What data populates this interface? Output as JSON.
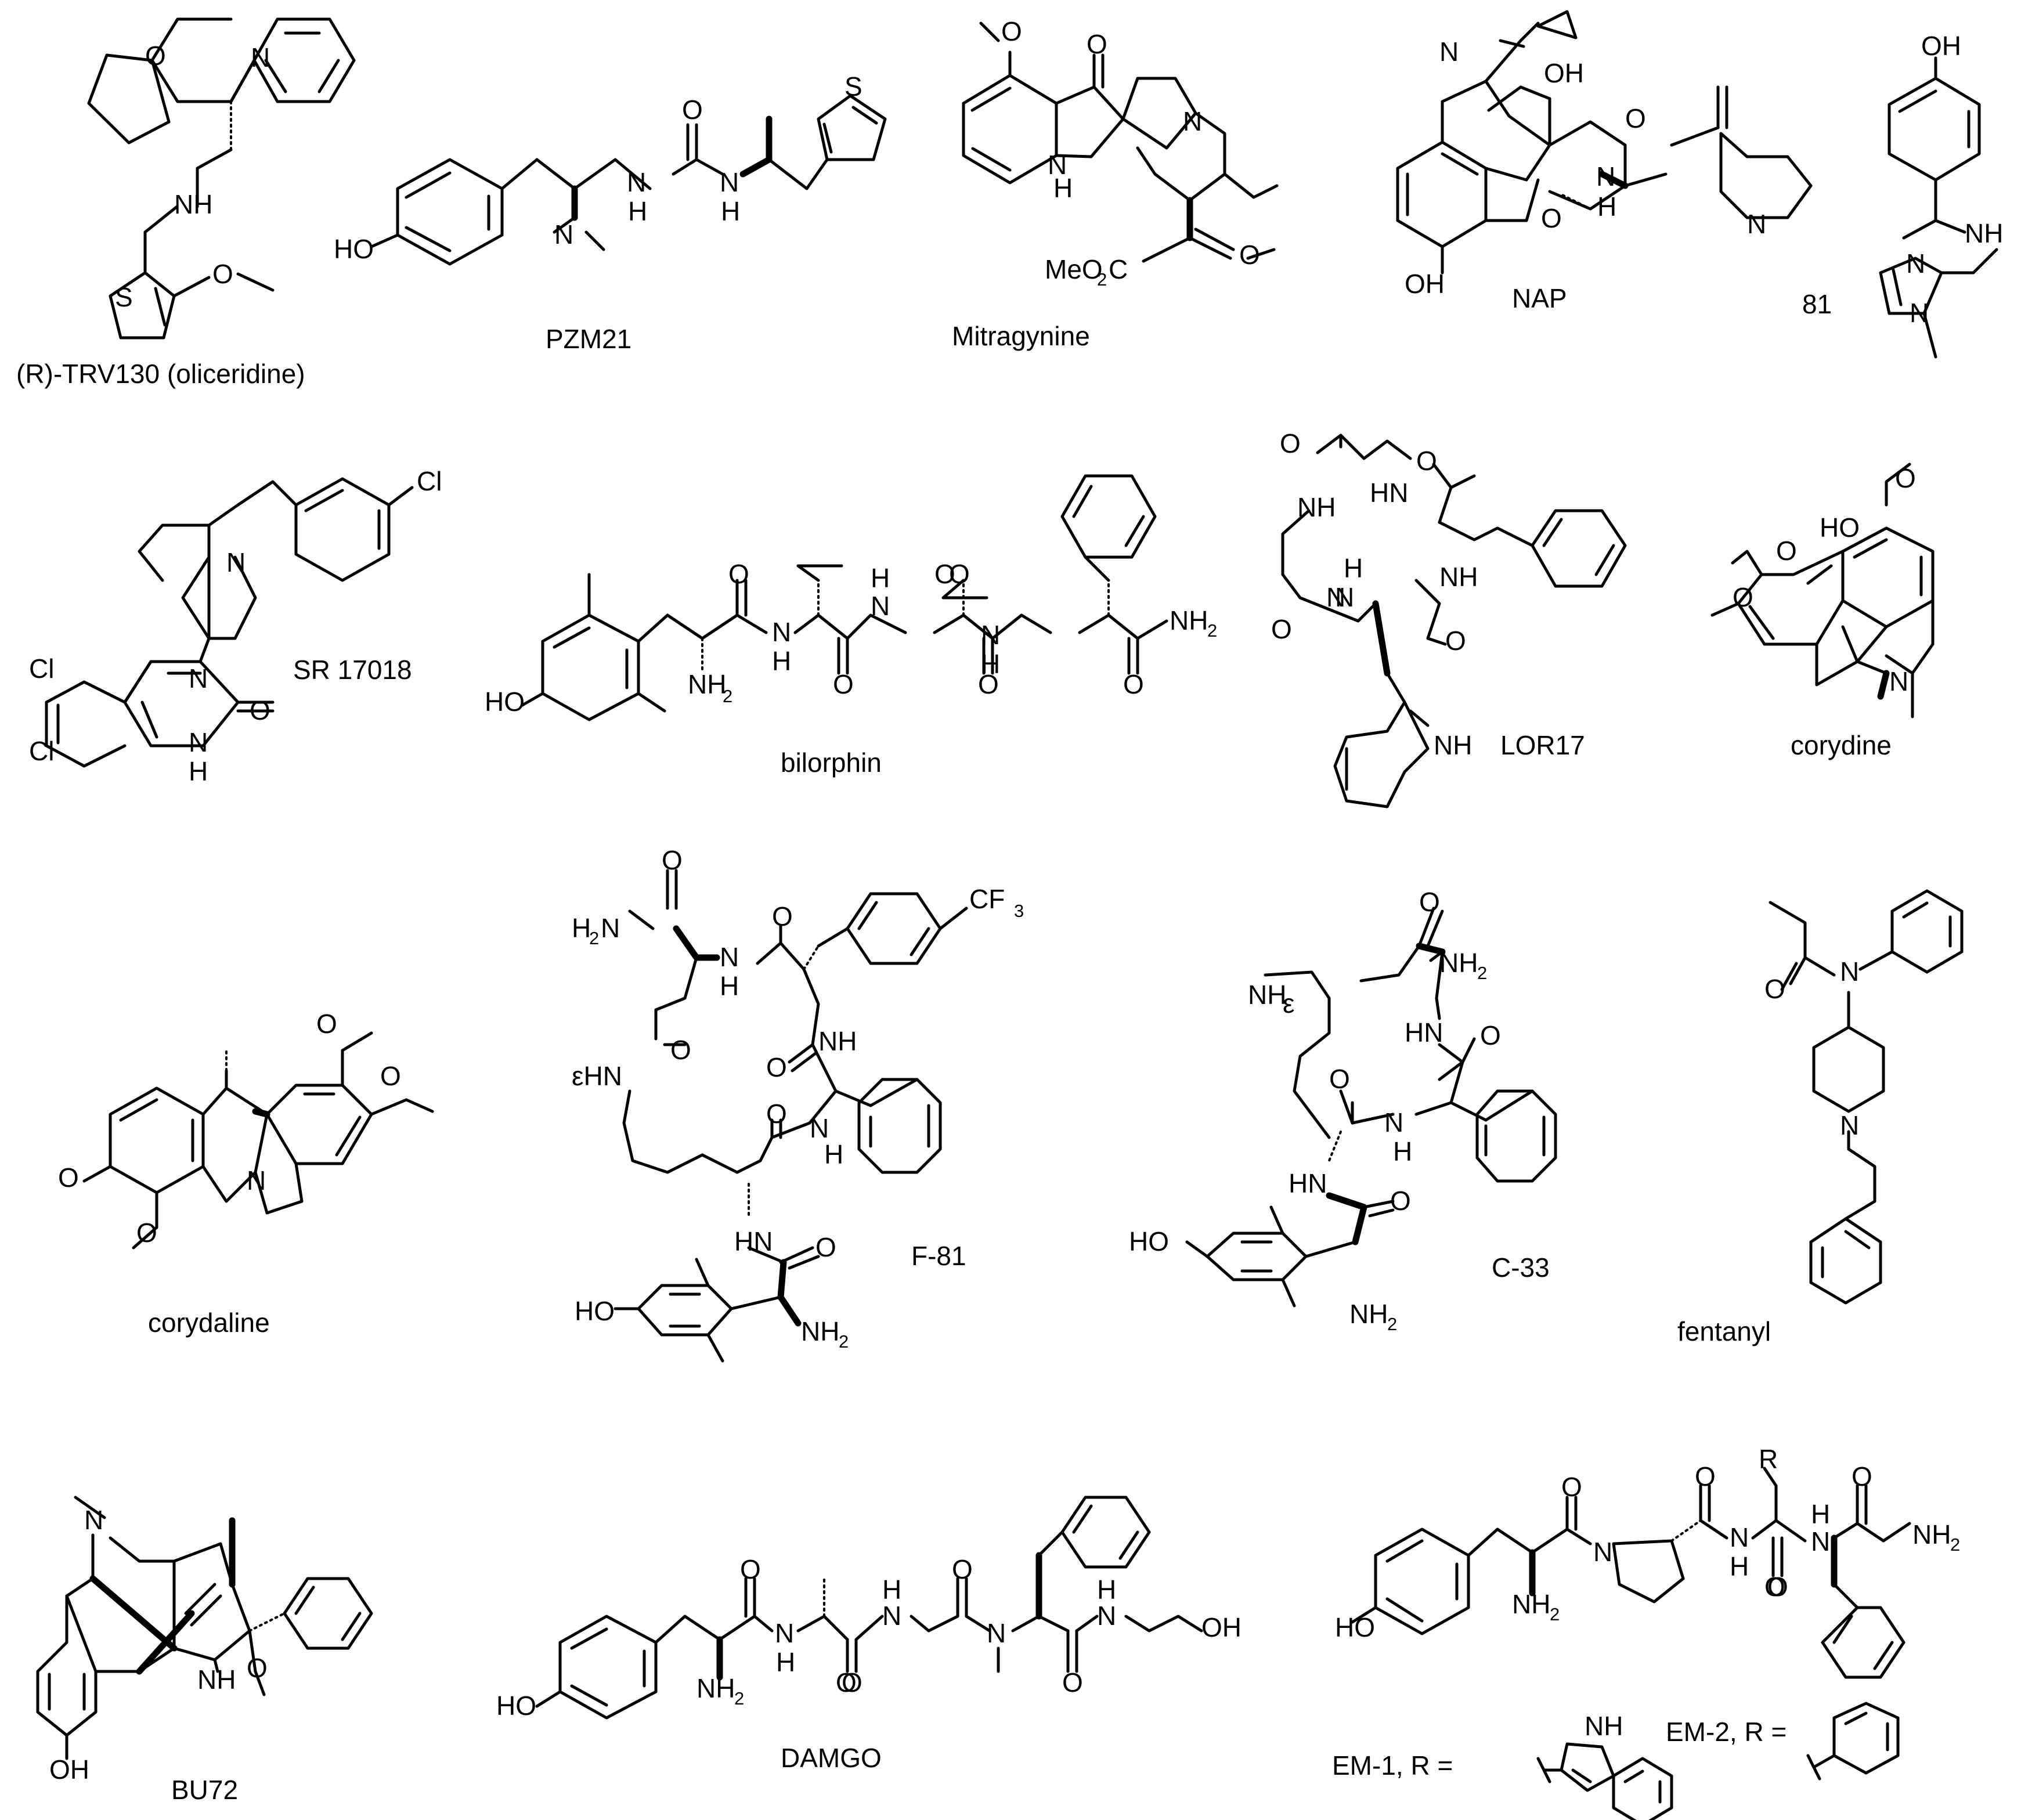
{
  "figure": {
    "compounds": [
      {
        "id": "oliceridine",
        "name": "(R)-TRV130 (oliceridine)",
        "atoms": [
          "O",
          "N",
          "NH",
          "S",
          "O"
        ]
      },
      {
        "id": "pzm21",
        "name": "PZM21",
        "atoms": [
          "HO",
          "N",
          "O",
          "N",
          "N",
          "H",
          "H",
          "S"
        ]
      },
      {
        "id": "mitragynine",
        "name": "Mitragynine",
        "atoms": [
          "O",
          "O",
          "N",
          "H",
          "N",
          "MeO",
          "2",
          "C",
          "O",
          "O"
        ]
      },
      {
        "id": "nap",
        "name": "NAP",
        "atoms": [
          "N",
          "OH",
          "O",
          "OH",
          "O",
          "N",
          "H",
          "N"
        ]
      },
      {
        "id": "cpd81",
        "name": "81",
        "atoms": [
          "OH",
          "NH",
          "N",
          "N"
        ]
      },
      {
        "id": "sr17018",
        "name": "SR 17018",
        "atoms": [
          "Cl",
          "N",
          "Cl",
          "N",
          "O",
          "Cl",
          "N",
          "H"
        ]
      },
      {
        "id": "bilorphin",
        "name": "bilorphin",
        "atoms": [
          "O",
          "O",
          "HO",
          "NH",
          "2",
          "N",
          "H",
          "O",
          "N",
          "H",
          "O",
          "N",
          "H",
          "O",
          "NH",
          "2",
          "O"
        ]
      },
      {
        "id": "lor17",
        "name": "LOR17",
        "atoms": [
          "O",
          "NH",
          "HN",
          "O",
          "H",
          "N",
          "NH",
          "O",
          "N",
          "O",
          "NH"
        ]
      },
      {
        "id": "corydine",
        "name": "corydine",
        "atoms": [
          "O",
          "HO",
          "O",
          "O",
          "N"
        ]
      },
      {
        "id": "corydaline",
        "name": "corydaline",
        "atoms": [
          "O",
          "O",
          "O",
          "N",
          "O"
        ]
      },
      {
        "id": "f81",
        "name": "F-81",
        "atoms": [
          "O",
          "H",
          "2",
          "N",
          "N",
          "H",
          "O",
          "CF",
          "3",
          "O",
          "NH",
          "εHN",
          "O",
          "O",
          "N",
          "H",
          "HN",
          "O",
          "HO",
          "NH",
          "2"
        ]
      },
      {
        "id": "c33",
        "name": "C-33",
        "atoms": [
          "O",
          "NH",
          "2",
          "NH",
          "ε",
          "HN",
          "O",
          "O",
          "N",
          "H",
          "HN",
          "O",
          "HO",
          "NH",
          "2"
        ]
      },
      {
        "id": "fentanyl",
        "name": "fentanyl",
        "atoms": [
          "O",
          "N",
          "N"
        ]
      },
      {
        "id": "bu72",
        "name": "BU72",
        "atoms": [
          "N",
          "NH",
          "O",
          "OH"
        ]
      },
      {
        "id": "damgo",
        "name": "DAMGO",
        "atoms": [
          "O",
          "N",
          "H",
          "O",
          "N",
          "H",
          "O",
          "N",
          "O",
          "N",
          "H",
          "OH",
          "HO",
          "NH",
          "2",
          "O"
        ]
      },
      {
        "id": "endomorphins",
        "name": "",
        "atoms": [
          "R",
          "O",
          "O",
          "N",
          "N",
          "H",
          "O",
          "H",
          "N",
          "O",
          "NH",
          "2",
          "HO",
          "NH",
          "2",
          "O",
          "NH"
        ]
      }
    ],
    "r_groups": [
      {
        "label": "EM-1, R =",
        "substituent": "indol-3-yl"
      },
      {
        "label": "EM-2, R =",
        "substituent": "phenyl"
      }
    ]
  }
}
